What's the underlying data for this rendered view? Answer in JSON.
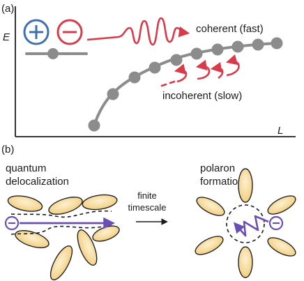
{
  "panel_a": {
    "label": "(a)",
    "y_axis_label": "E",
    "x_axis_label": "L",
    "annotation_coherent": "coherent (fast)",
    "annotation_incoherent": "incoherent (slow)",
    "hole_symbol": "+",
    "electron_symbol": "−"
  },
  "panel_b": {
    "label": "(b)",
    "left_title_line1": "quantum",
    "left_title_line2": "delocalization",
    "arrow_label_line1": "finite",
    "arrow_label_line2": "timescale",
    "right_title_line1": "polaron",
    "right_title_line2": "formation",
    "electron_symbol": "−"
  },
  "colors": {
    "axis": "#1a1a1a",
    "chain": "#8c8c8c",
    "red": "#d93b4a",
    "blue": "#3f6fb0",
    "purple": "#6a4fb3",
    "molecule_fill": "#f6dca0",
    "molecule_stroke": "#222222"
  }
}
